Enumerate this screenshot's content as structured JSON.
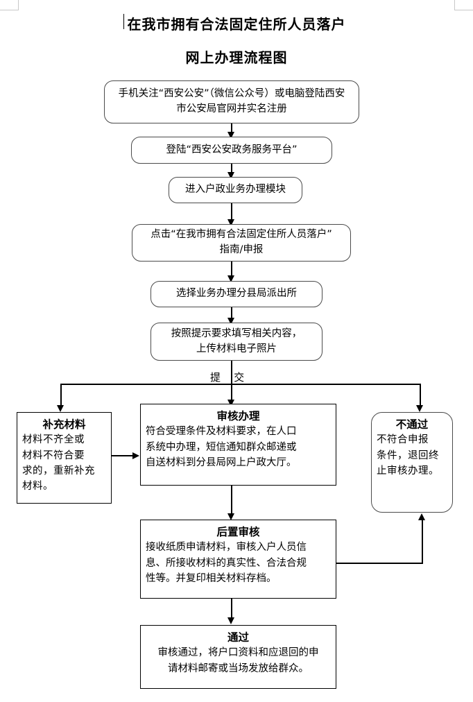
{
  "document": {
    "title_line_1": "在我市拥有合法固定住所人员落户",
    "title_line_2": "网上办理流程图"
  },
  "flow": {
    "nodes": [
      {
        "id": "register",
        "shape": "rounded",
        "lines": [
          "手机关注“西安公安”（微信公众号）或电脑登陆西安",
          "市公安局官网并实名注册"
        ]
      },
      {
        "id": "login-platform",
        "shape": "rounded",
        "lines": [
          "登陆“西安公安政务服务平台”"
        ]
      },
      {
        "id": "enter-module",
        "shape": "rounded",
        "lines": [
          "进入户政业务办理模块"
        ]
      },
      {
        "id": "click-guide",
        "shape": "rounded",
        "lines": [
          "点击“在我市拥有合法固定住所人员落户”",
          "指南/申报"
        ]
      },
      {
        "id": "select-station",
        "shape": "rounded",
        "lines": [
          "选择业务办理分县局派出所"
        ]
      },
      {
        "id": "fill-upload",
        "shape": "rounded",
        "lines": [
          "按照提示要求填写相关内容，",
          "上传材料电子照片"
        ]
      }
    ],
    "panels": [
      {
        "id": "supplement",
        "shape": "square",
        "header": "补充材料",
        "body": [
          "材料不齐全或",
          "材料不符合要",
          "求的，重新补充",
          "材料。"
        ]
      },
      {
        "id": "review-process",
        "shape": "square",
        "header": "审核办理",
        "body": [
          "符合受理条件及材料要求，在人口",
          "系统中办理，短信通知群众邮递或",
          "自送材料到分县局网上户政大厅。"
        ]
      },
      {
        "id": "rejected",
        "shape": "rounded",
        "header": "不通过",
        "body": [
          "不符合申报",
          "条件，退回终",
          "止审核办理。"
        ]
      },
      {
        "id": "post-review",
        "shape": "square",
        "header": "后置审核",
        "body": [
          "接收纸质申请材料，审核入户人员信",
          "息、所接收材料的真实性、合法合规",
          "性等。并复印相关材料存档。"
        ]
      },
      {
        "id": "passed",
        "shape": "square",
        "header": "通过",
        "body": [
          "审核通过，将户口资料和应退回的申",
          "请材料邮寄或当场发放给群众。"
        ]
      }
    ],
    "edge_labels": [
      {
        "id": "submit",
        "text": "提    交"
      }
    ]
  },
  "colors": {
    "line": "#000000",
    "node_border": "#4a4a4a",
    "panel_border": "#000000",
    "background": "#ffffff",
    "crop_mark": "#c8c8c8"
  }
}
